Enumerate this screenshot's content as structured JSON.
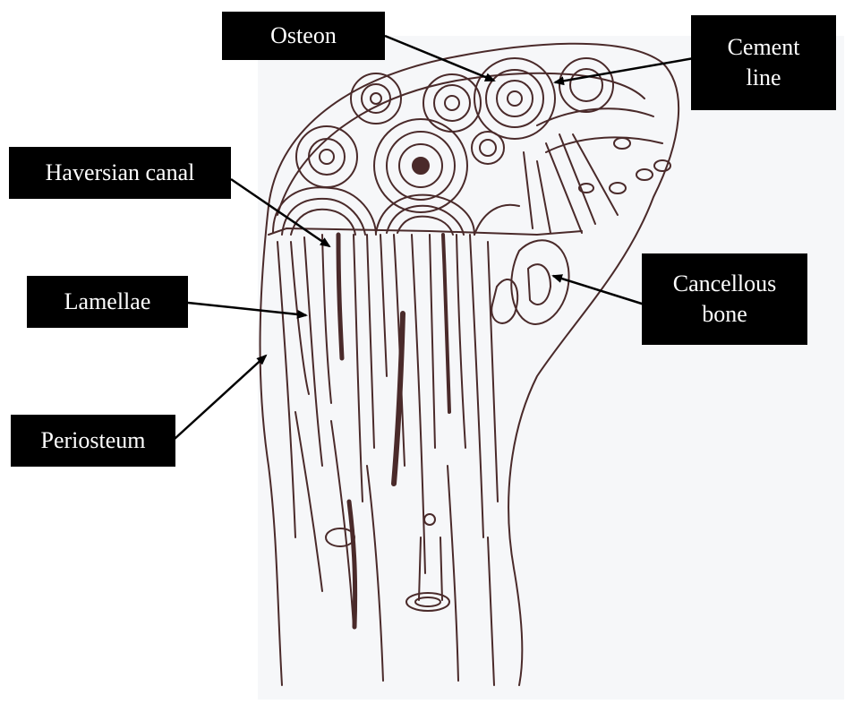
{
  "labels": {
    "osteon": "Osteon",
    "cement_line": [
      "Cement",
      "line"
    ],
    "haversian_canal": "Haversian canal",
    "lamellae": "Lamellae",
    "cancellous_bone": [
      "Cancellous",
      "bone"
    ],
    "periosteum": "Periosteum"
  },
  "colors": {
    "ink": "#4a2a2a",
    "paper": "#f7f8fa",
    "label_bg": "#000000",
    "label_text": "#ffffff",
    "arrow": "#000000"
  }
}
